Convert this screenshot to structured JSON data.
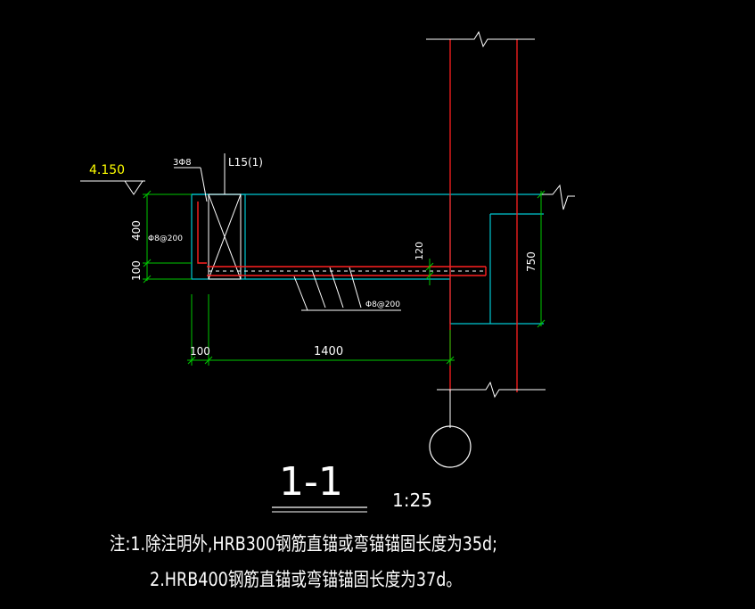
{
  "colors": {
    "background": "#000000",
    "structure": "#00c8d2",
    "rebar": "#ff2020",
    "dimension": "#00c800",
    "text": "#ffffff",
    "elevation": "#ffff00"
  },
  "labels": {
    "elevation": "4.150",
    "top_bars": "3Φ8",
    "beam_tag": "L15(1)",
    "stirrup": "Φ8@200",
    "slab_bars": "Φ8@200"
  },
  "dimensions": {
    "beam_depth": "400",
    "slab_depth": "100",
    "wall_offset": "100",
    "cantilever": "1400",
    "slab_thickness": "120",
    "wall_height": "750"
  },
  "title": {
    "section": "1-1",
    "scale": "1:25"
  },
  "notes": [
    "注:1.除注明外,HRB300钢筋直锚或弯锚锚固长度为35d;",
    "2.HRB400钢筋直锚或弯锚锚固长度为37d。"
  ]
}
